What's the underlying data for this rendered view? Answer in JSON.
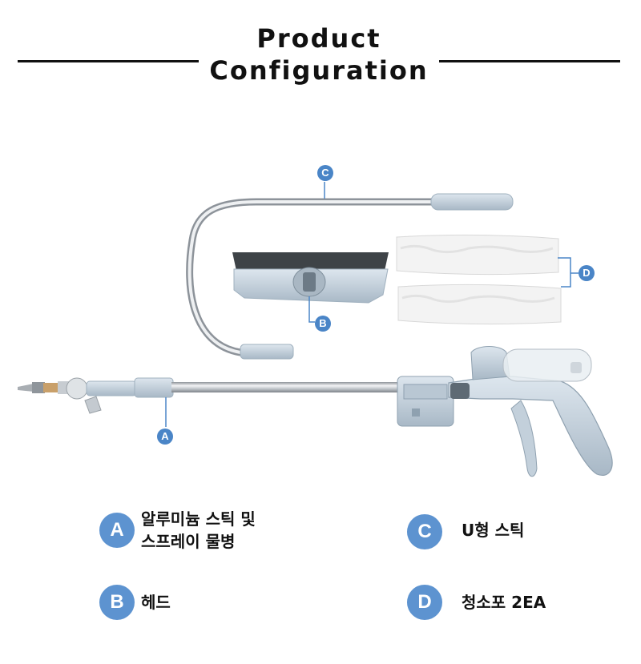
{
  "header": {
    "title_line1": "Product",
    "title_line2": "Configuration"
  },
  "callouts": {
    "a": "A",
    "b": "B",
    "c": "C",
    "d": "D"
  },
  "legend": [
    {
      "badge": "A",
      "line1": "알루미늄 스틱 및",
      "line2": "스프레이 물병"
    },
    {
      "badge": "B",
      "line1": "헤드"
    },
    {
      "badge": "C",
      "line1": "U형 스틱"
    },
    {
      "badge": "D",
      "line1": "청소포 2EA"
    }
  ],
  "colors": {
    "accent": "#5d93d0",
    "callout": "#4a85c7",
    "product_gray": "#c7d3dd",
    "steel": "#b8bcc0"
  }
}
